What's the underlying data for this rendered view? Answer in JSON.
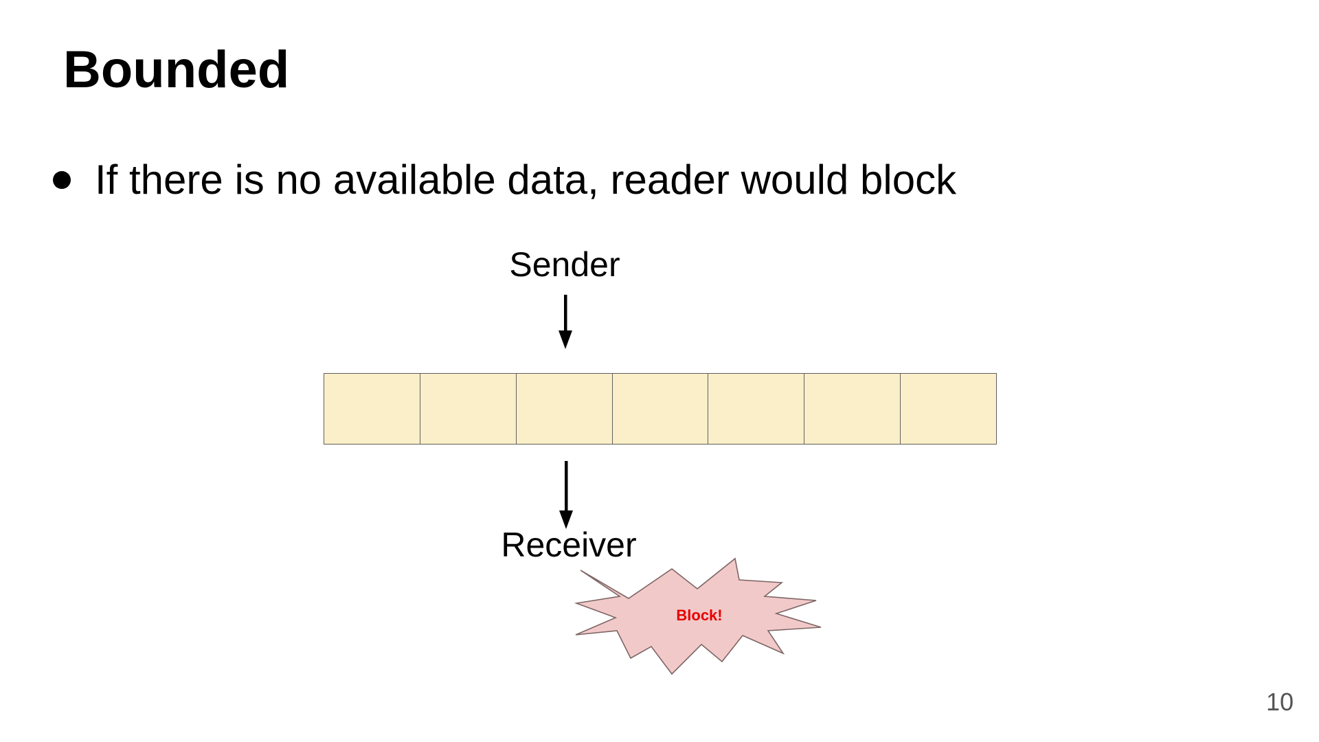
{
  "slide": {
    "title": "Bounded",
    "bullets": [
      {
        "text": "If there is no available data, reader would block"
      }
    ],
    "diagram": {
      "sender_label": "Sender",
      "receiver_label": "Receiver",
      "buffer_cells": 7,
      "block_label": "Block!"
    },
    "page_number": "10",
    "colors": {
      "buffer_fill": "#fbefc9",
      "buffer_border": "#5e5e5e",
      "star_fill": "#f2c9c9",
      "star_border": "#7d6565",
      "block_text": "#e60000",
      "page_number_gray": "#545454"
    }
  }
}
